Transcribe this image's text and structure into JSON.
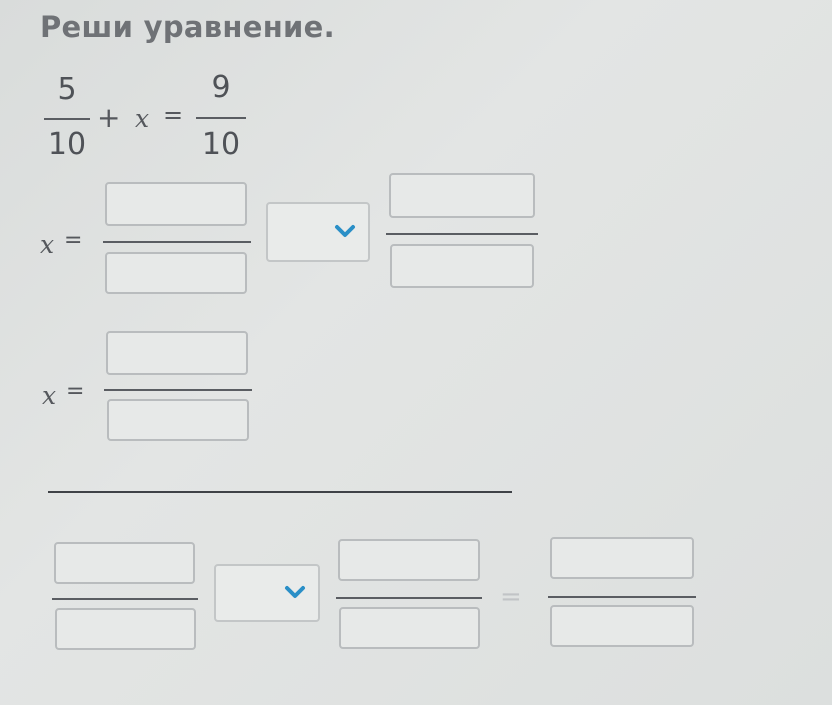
{
  "task": {
    "title": "Реши уравнение.",
    "equation": {
      "left_numerator": "5",
      "left_denominator": "10",
      "plus": "+",
      "variable": "x",
      "equals": "=",
      "right_numerator": "9",
      "right_denominator": "10"
    }
  },
  "step1": {
    "variable": "x",
    "equals": "=",
    "operation_select": {
      "selected": "",
      "icon": "chevron-down-icon"
    }
  },
  "step2": {
    "variable": "x",
    "equals": "="
  },
  "check": {
    "operation_select": {
      "selected": "",
      "icon": "chevron-down-icon"
    },
    "equals": "="
  },
  "colors": {
    "accent": "#2a8fc7",
    "input_border": "#b9bcbe",
    "text": "#4f5257"
  }
}
